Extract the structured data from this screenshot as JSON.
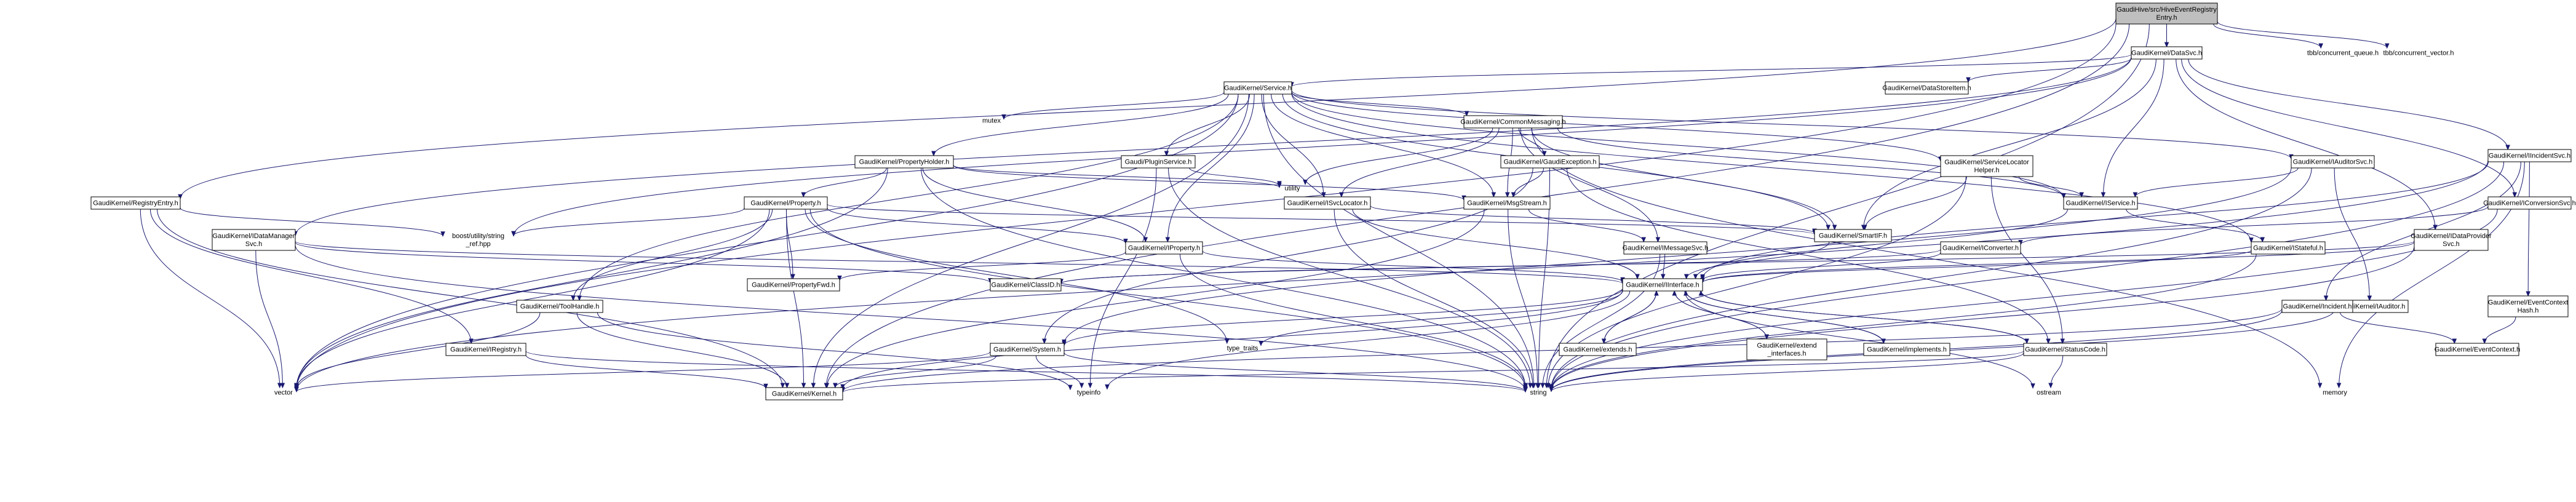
{
  "colors": {
    "root_fill": "#bfbfbf",
    "node_fill": "#ffffff",
    "plain_text": "#000000",
    "linked_text": "#ff0000",
    "edge": "#191970"
  },
  "nodes": [
    {
      "id": "root",
      "lines": [
        "GaudiHive/src/HiveEventRegistry",
        "Entry.h"
      ],
      "style": "root"
    },
    {
      "id": "datasvc",
      "lines": [
        "GaudiKernel/DataSvc.h"
      ],
      "style": "plain"
    },
    {
      "id": "tbbq",
      "lines": [
        "tbb/concurrent_queue.h"
      ],
      "style": "none"
    },
    {
      "id": "tbbv",
      "lines": [
        "tbb/concurrent_vector.h"
      ],
      "style": "none"
    },
    {
      "id": "service",
      "lines": [
        "GaudiKernel/Service.h"
      ],
      "style": "plain"
    },
    {
      "id": "datastore",
      "lines": [
        "GaudiKernel/DataStoreItem.h"
      ],
      "style": "plain"
    },
    {
      "id": "iincidentsvc",
      "lines": [
        "GaudiKernel/IIncidentSvc.h"
      ],
      "style": "plain"
    },
    {
      "id": "mutex",
      "lines": [
        "mutex"
      ],
      "style": "none"
    },
    {
      "id": "commonmsg",
      "lines": [
        "GaudiKernel/CommonMessaging.h"
      ],
      "style": "plain"
    },
    {
      "id": "propholder",
      "lines": [
        "GaudiKernel/PropertyHolder.h"
      ],
      "style": "linked"
    },
    {
      "id": "ipluginsvc",
      "lines": [
        "Gaudi/PluginService.h"
      ],
      "style": "linked"
    },
    {
      "id": "gexception",
      "lines": [
        "GaudiKernel/GaudiException.h"
      ],
      "style": "linked"
    },
    {
      "id": "servicelocator",
      "lines": [
        "GaudiKernel/ServiceLocator",
        "Helper.h"
      ],
      "style": "plain"
    },
    {
      "id": "iauditorsvc",
      "lines": [
        "GaudiKernel/IAuditorSvc.h"
      ],
      "style": "plain"
    },
    {
      "id": "utility",
      "lines": [
        "utility"
      ],
      "style": "none"
    },
    {
      "id": "isvclocator",
      "lines": [
        "GaudiKernel/ISvcLocator.h"
      ],
      "style": "linked"
    },
    {
      "id": "msgstream",
      "lines": [
        "GaudiKernel/MsgStream.h"
      ],
      "style": "linked"
    },
    {
      "id": "iservice",
      "lines": [
        "GaudiKernel/IService.h"
      ],
      "style": "linked"
    },
    {
      "id": "registryentry",
      "lines": [
        "GaudiKernel/RegistryEntry.h"
      ],
      "style": "plain"
    },
    {
      "id": "property",
      "lines": [
        "GaudiKernel/Property.h"
      ],
      "style": "linked"
    },
    {
      "id": "boostutil",
      "lines": [
        "boost/utility/string",
        "_ref.hpp"
      ],
      "style": "none"
    },
    {
      "id": "smartif",
      "lines": [
        "GaudiKernel/SmartIF.h"
      ],
      "style": "plain"
    },
    {
      "id": "iconversionsvc",
      "lines": [
        "GaudiKernel/IConversionSvc.h"
      ],
      "style": "plain"
    },
    {
      "id": "idatamanager",
      "lines": [
        "GaudiKernel/IDataManager",
        "Svc.h"
      ],
      "style": "plain"
    },
    {
      "id": "iproperty",
      "lines": [
        "GaudiKernel/IProperty.h"
      ],
      "style": "linked"
    },
    {
      "id": "imessagesvc",
      "lines": [
        "GaudiKernel/IMessageSvc.h"
      ],
      "style": "linked"
    },
    {
      "id": "iconverter",
      "lines": [
        "GaudiKernel/IConverter.h"
      ],
      "style": "plain"
    },
    {
      "id": "istateful",
      "lines": [
        "GaudiKernel/IStateful.h"
      ],
      "style": "linked"
    },
    {
      "id": "idataprovider",
      "lines": [
        "GaudiKernel/IDataProvider",
        "Svc.h"
      ],
      "style": "plain"
    },
    {
      "id": "toolhandle",
      "lines": [
        "GaudiKernel/ToolHandle.h"
      ],
      "style": "linked"
    },
    {
      "id": "propertyfwd",
      "lines": [
        "GaudiKernel/PropertyFwd.h"
      ],
      "style": "plain"
    },
    {
      "id": "classid",
      "lines": [
        "GaudiKernel/ClassID.h"
      ],
      "style": "plain"
    },
    {
      "id": "iinterface",
      "lines": [
        "GaudiKernel/IInterface.h"
      ],
      "style": "plain"
    },
    {
      "id": "iauditor",
      "lines": [
        "GaudiKernel/IAuditor.h"
      ],
      "style": "linked"
    },
    {
      "id": "iincident",
      "lines": [
        "GaudiKernel/Incident.h"
      ],
      "style": "plain"
    },
    {
      "id": "eventctxhash",
      "lines": [
        "GaudiKernel/EventContext",
        "Hash.h"
      ],
      "style": "plain"
    },
    {
      "id": "iregistry",
      "lines": [
        "GaudiKernel/IRegistry.h"
      ],
      "style": "plain"
    },
    {
      "id": "system",
      "lines": [
        "GaudiKernel/System.h"
      ],
      "style": "linked"
    },
    {
      "id": "extends",
      "lines": [
        "GaudiKernel/extends.h"
      ],
      "style": "plain"
    },
    {
      "id": "extendif",
      "lines": [
        "GaudiKernel/extend",
        "_interfaces.h"
      ],
      "style": "plain"
    },
    {
      "id": "implements",
      "lines": [
        "GaudiKernel/implements.h"
      ],
      "style": "linked"
    },
    {
      "id": "statuscode",
      "lines": [
        "GaudiKernel/StatusCode.h"
      ],
      "style": "linked"
    },
    {
      "id": "eventcontext",
      "lines": [
        "GaudiKernel/EventContext.h"
      ],
      "style": "linked"
    },
    {
      "id": "typetraits",
      "lines": [
        "type_traits"
      ],
      "style": "none"
    },
    {
      "id": "vector",
      "lines": [
        "vector"
      ],
      "style": "none"
    },
    {
      "id": "kernel",
      "lines": [
        "GaudiKernel/Kernel.h"
      ],
      "style": "plain"
    },
    {
      "id": "typeinfo",
      "lines": [
        "typeinfo"
      ],
      "style": "none"
    },
    {
      "id": "string",
      "lines": [
        "string"
      ],
      "style": "none"
    },
    {
      "id": "ostream",
      "lines": [
        "ostream"
      ],
      "style": "none"
    },
    {
      "id": "memory",
      "lines": [
        "memory"
      ],
      "style": "none"
    }
  ],
  "edges": [
    [
      "root",
      "datasvc"
    ],
    [
      "root",
      "tbbq"
    ],
    [
      "root",
      "tbbv"
    ],
    [
      "root",
      "vector"
    ],
    [
      "root",
      "string"
    ],
    [
      "root",
      "kernel"
    ],
    [
      "root",
      "registryentry"
    ],
    [
      "datasvc",
      "service"
    ],
    [
      "datasvc",
      "datastore"
    ],
    [
      "datasvc",
      "iincidentsvc"
    ],
    [
      "datasvc",
      "idatamanager"
    ],
    [
      "datasvc",
      "iconversionsvc"
    ],
    [
      "datasvc",
      "idataprovider"
    ],
    [
      "datasvc",
      "smartif"
    ],
    [
      "datasvc",
      "boostutil"
    ],
    [
      "datasvc",
      "iservice"
    ],
    [
      "service",
      "mutex"
    ],
    [
      "service",
      "commonmsg"
    ],
    [
      "service",
      "propholder"
    ],
    [
      "service",
      "ipluginsvc"
    ],
    [
      "service",
      "servicelocator"
    ],
    [
      "service",
      "iauditorsvc"
    ],
    [
      "service",
      "isvclocator"
    ],
    [
      "service",
      "msgstream"
    ],
    [
      "service",
      "smartif"
    ],
    [
      "service",
      "iproperty"
    ],
    [
      "service",
      "iservice"
    ],
    [
      "service",
      "istateful"
    ],
    [
      "service",
      "toolhandle"
    ],
    [
      "service",
      "vector"
    ],
    [
      "service",
      "string"
    ],
    [
      "service",
      "kernel"
    ],
    [
      "commonmsg",
      "gexception"
    ],
    [
      "commonmsg",
      "isvclocator"
    ],
    [
      "commonmsg",
      "msgstream"
    ],
    [
      "commonmsg",
      "imessagesvc"
    ],
    [
      "commonmsg",
      "smartif"
    ],
    [
      "commonmsg",
      "utility"
    ],
    [
      "commonmsg",
      "memory"
    ],
    [
      "commonmsg",
      "iservice"
    ],
    [
      "propholder",
      "property"
    ],
    [
      "propholder",
      "iproperty"
    ],
    [
      "propholder",
      "msgstream"
    ],
    [
      "propholder",
      "utility"
    ],
    [
      "propholder",
      "vector"
    ],
    [
      "propholder",
      "string"
    ],
    [
      "ipluginsvc",
      "utility"
    ],
    [
      "ipluginsvc",
      "string"
    ],
    [
      "ipluginsvc",
      "typeinfo"
    ],
    [
      "gexception",
      "system"
    ],
    [
      "gexception",
      "statuscode"
    ],
    [
      "gexception",
      "msgstream"
    ],
    [
      "gexception",
      "string"
    ],
    [
      "servicelocator",
      "smartif"
    ],
    [
      "servicelocator",
      "statuscode"
    ],
    [
      "servicelocator",
      "iservice"
    ],
    [
      "servicelocator",
      "string"
    ],
    [
      "iauditorsvc",
      "iservice"
    ],
    [
      "iauditorsvc",
      "iauditor"
    ],
    [
      "iauditorsvc",
      "system"
    ],
    [
      "iauditorsvc",
      "string"
    ],
    [
      "isvclocator",
      "iinterface"
    ],
    [
      "isvclocator",
      "smartif"
    ],
    [
      "isvclocator",
      "string"
    ],
    [
      "msgstream",
      "imessagesvc"
    ],
    [
      "msgstream",
      "string"
    ],
    [
      "msgstream",
      "kernel"
    ],
    [
      "iservice",
      "istateful"
    ],
    [
      "iservice",
      "iinterface"
    ],
    [
      "registryentry",
      "iregistry"
    ],
    [
      "registryentry",
      "boostutil"
    ],
    [
      "registryentry",
      "kernel"
    ],
    [
      "registryentry",
      "vector"
    ],
    [
      "property",
      "iproperty"
    ],
    [
      "property",
      "propertyfwd"
    ],
    [
      "property",
      "smartif"
    ],
    [
      "property",
      "boostutil"
    ],
    [
      "property",
      "toolhandle"
    ],
    [
      "property",
      "typetraits"
    ],
    [
      "property",
      "kernel"
    ],
    [
      "property",
      "string"
    ],
    [
      "property",
      "vector"
    ],
    [
      "smartif",
      "iinterface"
    ],
    [
      "iconversionsvc",
      "iconverter"
    ],
    [
      "iconversionsvc",
      "string"
    ],
    [
      "idatamanager",
      "classid"
    ],
    [
      "idatamanager",
      "iinterface"
    ],
    [
      "idatamanager",
      "vector"
    ],
    [
      "idatamanager",
      "string"
    ],
    [
      "iproperty",
      "iinterface"
    ],
    [
      "iproperty",
      "propertyfwd"
    ],
    [
      "iproperty",
      "string"
    ],
    [
      "imessagesvc",
      "iinterface"
    ],
    [
      "imessagesvc",
      "string"
    ],
    [
      "iconverter",
      "classid"
    ],
    [
      "iconverter",
      "iinterface"
    ],
    [
      "istateful",
      "iinterface"
    ],
    [
      "istateful",
      "string"
    ],
    [
      "idataprovider",
      "classid"
    ],
    [
      "idataprovider",
      "iinterface"
    ],
    [
      "idataprovider",
      "string"
    ],
    [
      "iincidentsvc",
      "iincident"
    ],
    [
      "iincidentsvc",
      "eventctxhash"
    ],
    [
      "iincidentsvc",
      "iinterface"
    ],
    [
      "iincidentsvc",
      "memory"
    ],
    [
      "iincidentsvc",
      "string"
    ],
    [
      "iincidentsvc",
      "vector"
    ],
    [
      "toolhandle",
      "kernel"
    ],
    [
      "toolhandle",
      "vector"
    ],
    [
      "toolhandle",
      "typeinfo"
    ],
    [
      "iauditor",
      "string"
    ],
    [
      "iincident",
      "eventcontext"
    ],
    [
      "iincident",
      "string"
    ],
    [
      "iincident",
      "kernel"
    ],
    [
      "eventctxhash",
      "eventcontext"
    ],
    [
      "iregistry",
      "kernel"
    ],
    [
      "iregistry",
      "string"
    ],
    [
      "iinterface",
      "system"
    ],
    [
      "iinterface",
      "statuscode"
    ],
    [
      "iinterface",
      "extends"
    ],
    [
      "iinterface",
      "extendif"
    ],
    [
      "iinterface",
      "implements"
    ],
    [
      "iinterface",
      "typetraits"
    ],
    [
      "iinterface",
      "typeinfo"
    ],
    [
      "iinterface",
      "kernel"
    ],
    [
      "iinterface",
      "ostream"
    ],
    [
      "system",
      "kernel"
    ],
    [
      "system",
      "vector"
    ],
    [
      "system",
      "string"
    ],
    [
      "system",
      "typeinfo"
    ],
    [
      "extends",
      "iinterface"
    ],
    [
      "extendif",
      "iinterface"
    ],
    [
      "implements",
      "iinterface"
    ],
    [
      "statuscode",
      "iinterface"
    ],
    [
      "statuscode",
      "ostream"
    ],
    [
      "statuscode",
      "kernel"
    ],
    [
      "statuscode",
      "string"
    ]
  ]
}
